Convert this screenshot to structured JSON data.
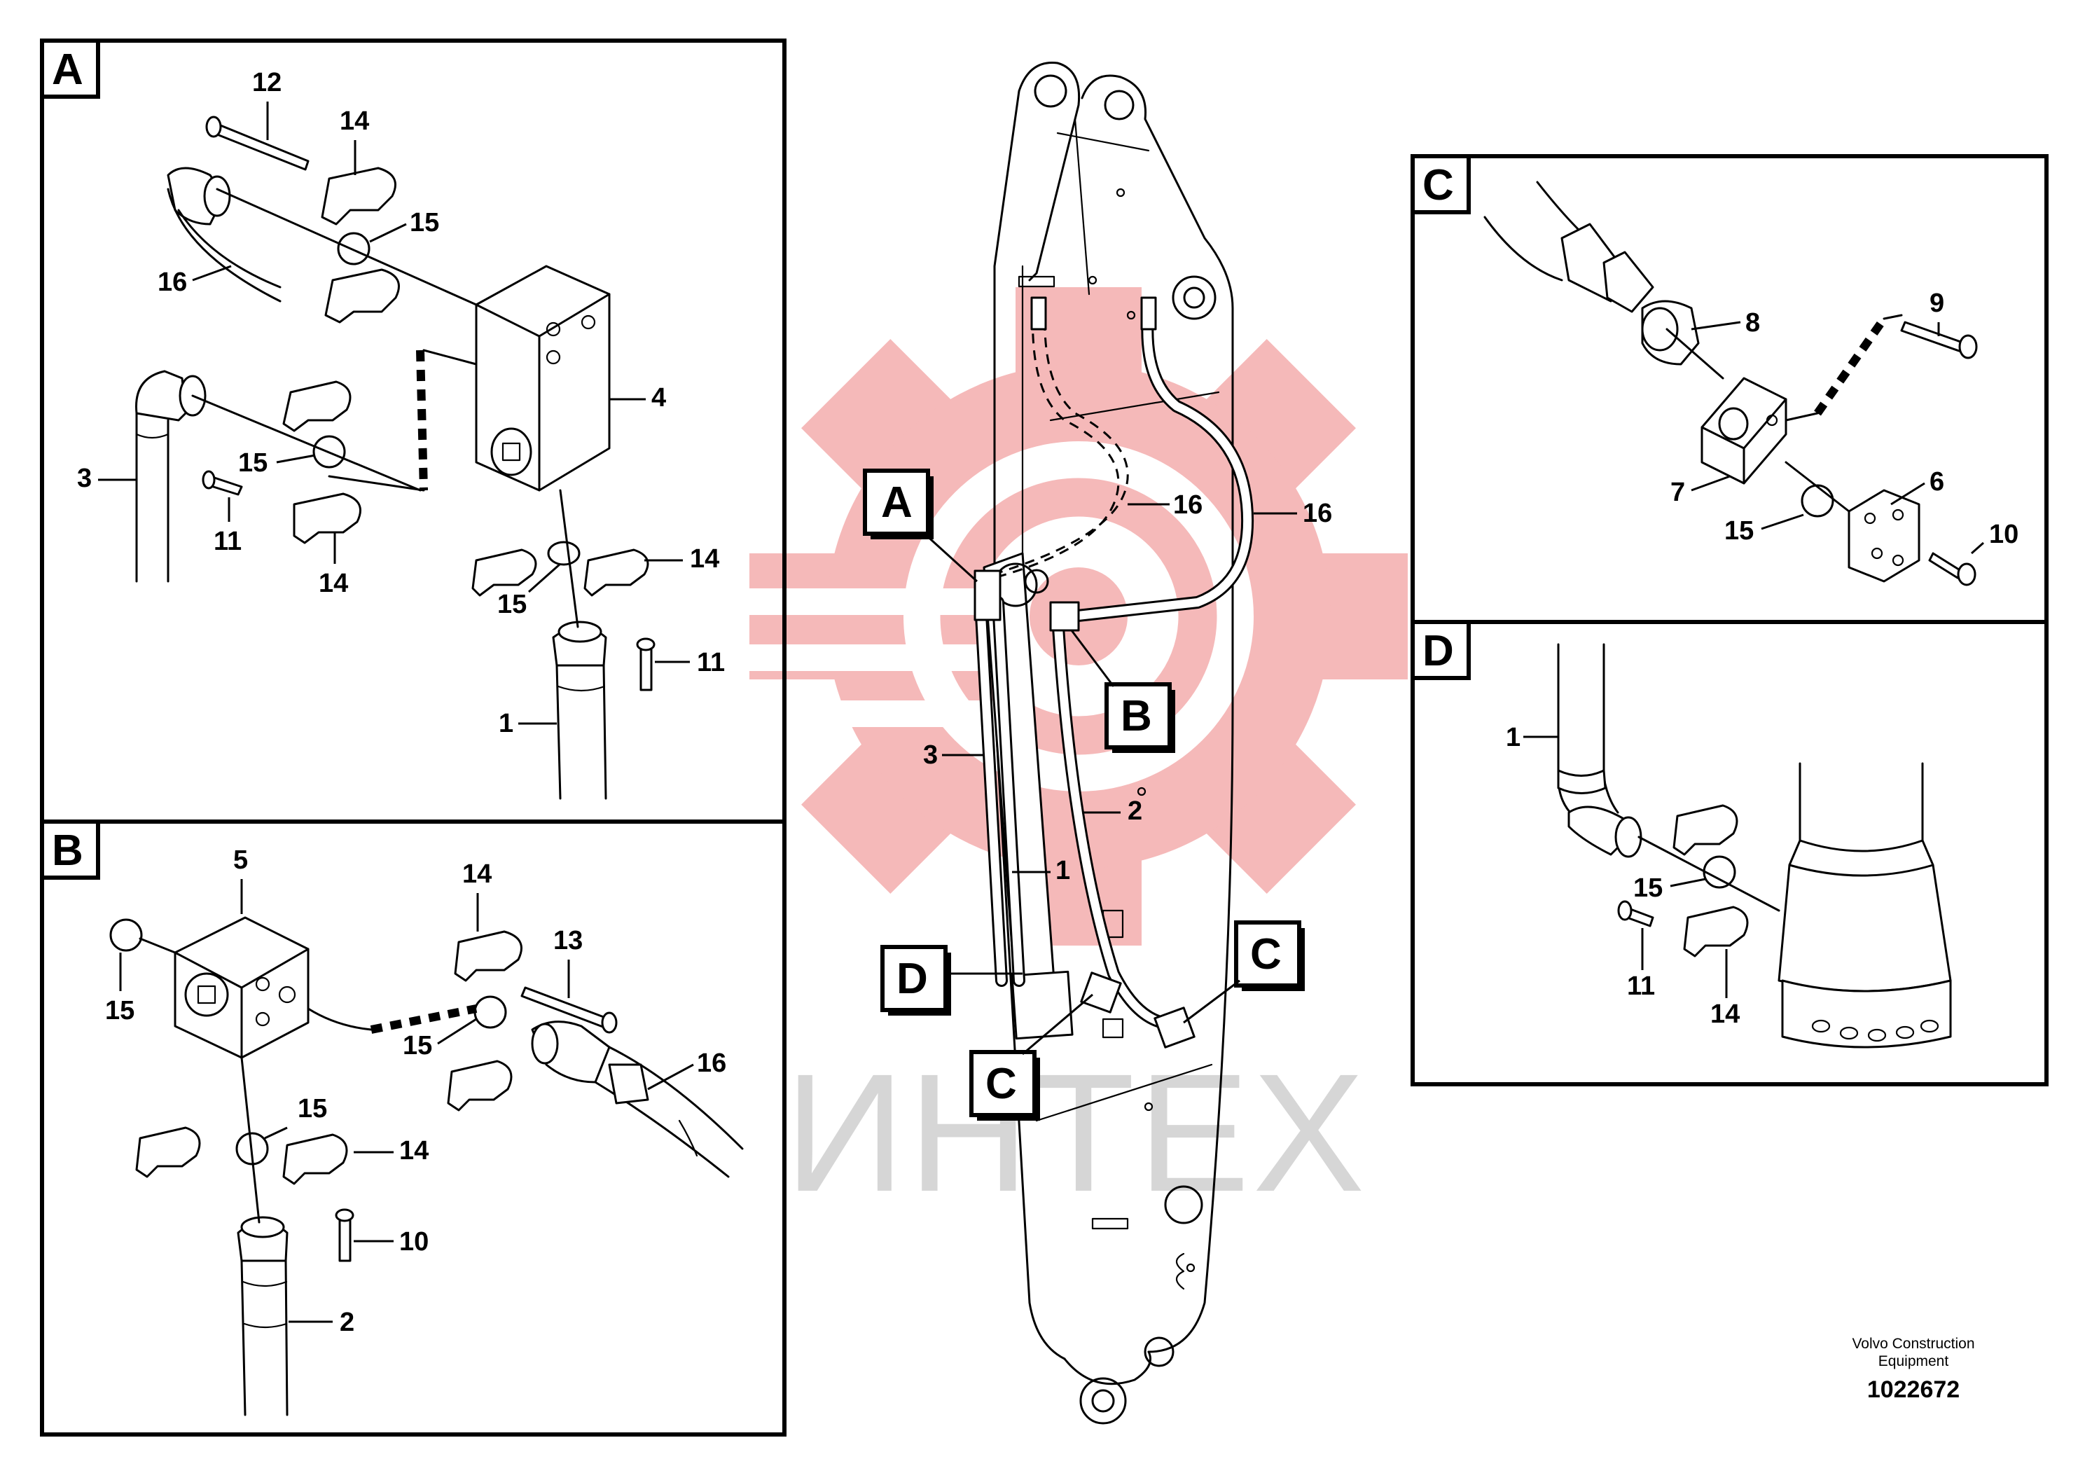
{
  "diagram": {
    "panels": [
      {
        "id": "panel-a",
        "label": "A"
      },
      {
        "id": "panel-b",
        "label": "B"
      },
      {
        "id": "panel-c",
        "label": "C"
      },
      {
        "id": "panel-d",
        "label": "D"
      }
    ],
    "boom_callouts": [
      "A",
      "B",
      "C",
      "D",
      "C"
    ],
    "part_numbers": {
      "p1": "1",
      "p2": "2",
      "p3": "3",
      "p4": "4",
      "p5": "5",
      "p6": "6",
      "p7": "7",
      "p8": "8",
      "p9": "9",
      "p10": "10",
      "p11": "11",
      "p12": "12",
      "p13": "13",
      "p14": "14",
      "p15": "15",
      "p16": "16"
    },
    "watermark_text": "ИНТЕХ",
    "manufacturer": [
      "Volvo Construction",
      "Equipment"
    ],
    "document_number": "1022672",
    "colors": {
      "line": "#000000",
      "watermark_logo": "#f5b9b9",
      "watermark_text": "#d6d6d6",
      "background": "#ffffff"
    }
  }
}
